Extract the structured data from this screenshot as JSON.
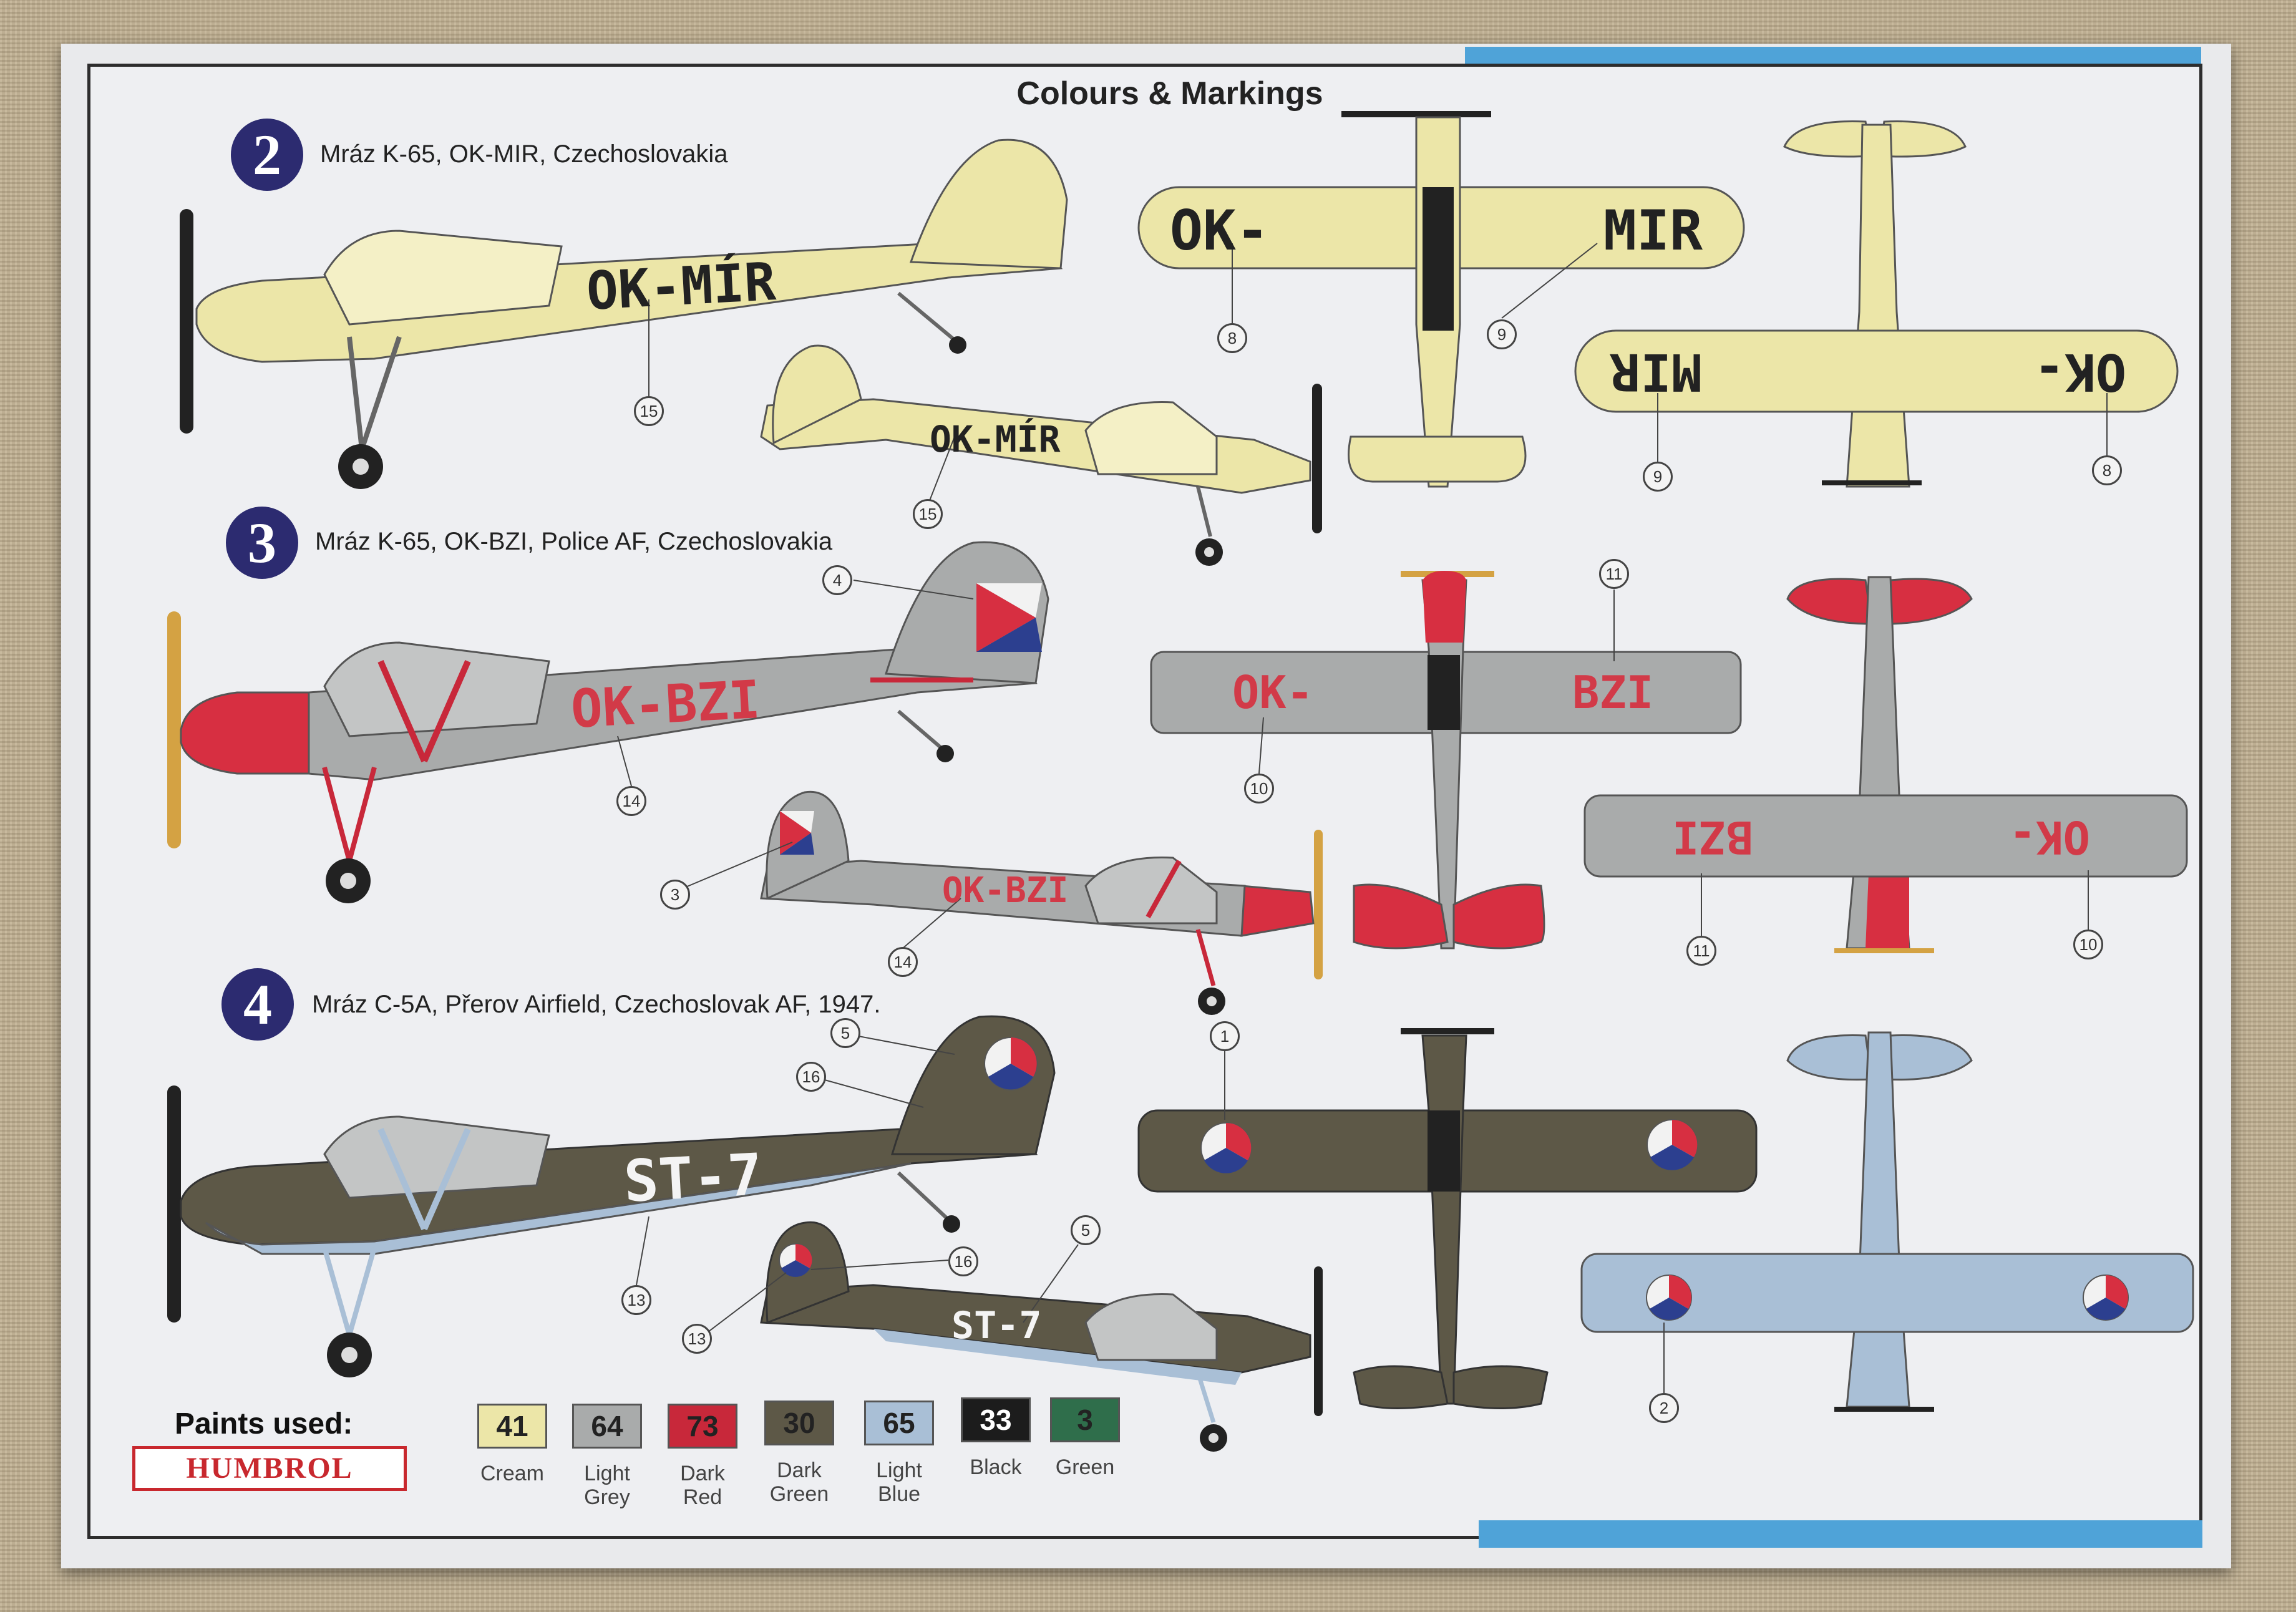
{
  "page": {
    "title": "Colours & Markings"
  },
  "colors": {
    "blue_accent": "#4fa3d8",
    "navy": "#2c2b70"
  },
  "schemes": [
    {
      "number": "2",
      "label": "Mráz K-65, OK-MIR, Czechoslovakia",
      "reg_side": "OK-MÍR",
      "reg_wing_left": "OK-",
      "reg_wing_right": "MIR"
    },
    {
      "number": "3",
      "label": "Mráz K-65, OK-BZI, Police AF, Czechoslovakia",
      "reg_side": "OK-BZI",
      "reg_wing_left": "OK-",
      "reg_wing_right": "BZI"
    },
    {
      "number": "4",
      "label": "Mráz C-5A, Přerov Airfield, Czechoslovak AF, 1947.",
      "reg_side": "ST-7"
    }
  ],
  "callouts": {
    "c15a": "15",
    "c15b": "15",
    "c8a": "8",
    "c9a": "9",
    "c9b": "9",
    "c8b": "8",
    "c4": "4",
    "c14a": "14",
    "c3": "3",
    "c14b": "14",
    "c10a": "10",
    "c11a": "11",
    "c11b": "11",
    "c10b": "10",
    "c5a": "5",
    "c16a": "16",
    "c13a": "13",
    "c16b": "16",
    "c5b": "5",
    "c13b": "13",
    "c1": "1",
    "c2": "2"
  },
  "paints": {
    "title": "Paints used:",
    "brand": "HUMBROL",
    "items": [
      {
        "code": "41",
        "name_1": "Cream",
        "name_2": "",
        "color": "#ece6a8",
        "text_color": "#222"
      },
      {
        "code": "64",
        "name_1": "Light",
        "name_2": "Grey",
        "color": "#a9abab",
        "text_color": "#222"
      },
      {
        "code": "73",
        "name_1": "Dark",
        "name_2": "Red",
        "color": "#c8283a",
        "text_color": "#222"
      },
      {
        "code": "30",
        "name_1": "Dark",
        "name_2": "Green",
        "color": "#5d5847",
        "text_color": "#222"
      },
      {
        "code": "65",
        "name_1": "Light",
        "name_2": "Blue",
        "color": "#a9bfd6",
        "text_color": "#222"
      },
      {
        "code": "33",
        "name_1": "Black",
        "name_2": "",
        "color": "#1c1c1c",
        "text_color": "#ffffff"
      },
      {
        "code": "3",
        "name_1": "Green",
        "name_2": "",
        "color": "#2f6e4b",
        "text_color": "#222"
      }
    ]
  }
}
